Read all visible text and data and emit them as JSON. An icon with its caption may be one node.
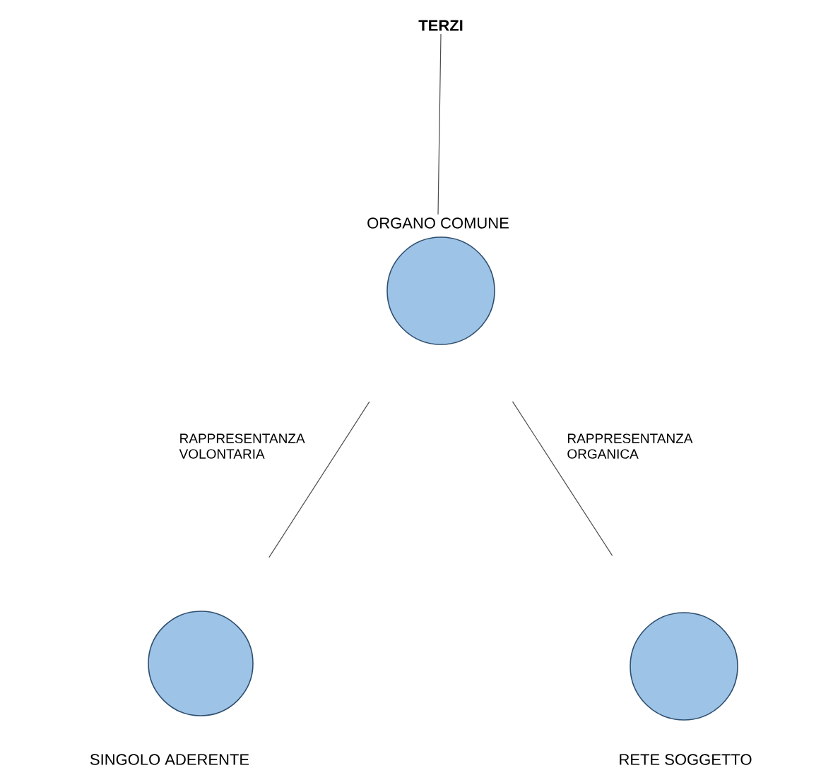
{
  "diagram": {
    "nodes": [
      {
        "text": [
          "TERZI"
        ]
      },
      {
        "text": [
          "ORGANO COMUNE"
        ]
      },
      {
        "text": [
          "SINGOLO ADERENTE"
        ]
      },
      {
        "text": [
          "RETE SOGGETTO"
        ]
      }
    ],
    "edges": [
      {
        "from": 0,
        "to": 1,
        "arrow": "none"
      },
      {
        "from": 1,
        "to": 2,
        "arrow": "none",
        "label": "RAPPRESENTANZA VOLONTARIA"
      },
      {
        "from": 1,
        "to": 3,
        "arrow": "none",
        "label": "RAPPRESENTANZA ORGANICA"
      }
    ]
  }
}
